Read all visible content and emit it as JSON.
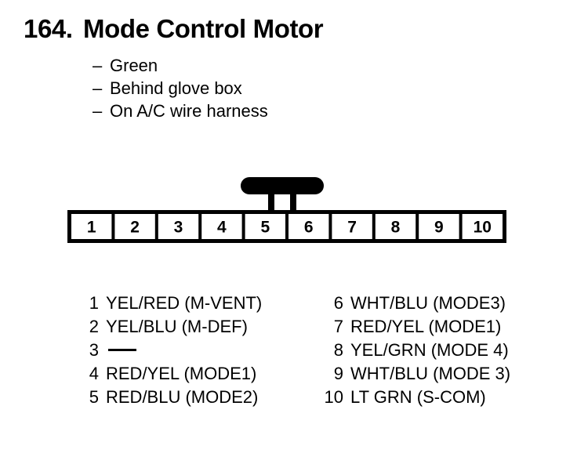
{
  "title": {
    "number": "164.",
    "name": "Mode Control Motor"
  },
  "attributes": [
    {
      "dash": "–",
      "text": "Green"
    },
    {
      "dash": "–",
      "text": "Behind glove box"
    },
    {
      "dash": "–",
      "text": "On A/C wire harness"
    }
  ],
  "connector": {
    "pin_count": 10,
    "pin_labels": [
      "1",
      "2",
      "3",
      "4",
      "5",
      "6",
      "7",
      "8",
      "9",
      "10"
    ],
    "latch_position": "top-center",
    "outline_color": "#000000",
    "fill_color": "#ffffff"
  },
  "pin_legend": {
    "left": [
      {
        "pin": "1",
        "desc": "YEL/RED (M-VENT)",
        "blank": false
      },
      {
        "pin": "2",
        "desc": "YEL/BLU (M-DEF)",
        "blank": false
      },
      {
        "pin": "3",
        "desc": "",
        "blank": true
      },
      {
        "pin": "4",
        "desc": "RED/YEL (MODE1)",
        "blank": false
      },
      {
        "pin": "5",
        "desc": "RED/BLU (MODE2)",
        "blank": false
      }
    ],
    "right": [
      {
        "pin": "6",
        "desc": "WHT/BLU (MODE3)",
        "blank": false
      },
      {
        "pin": "7",
        "desc": "RED/YEL (MODE1)",
        "blank": false
      },
      {
        "pin": "8",
        "desc": "YEL/GRN (MODE 4)",
        "blank": false
      },
      {
        "pin": "9",
        "desc": "WHT/BLU (MODE 3)",
        "blank": false
      },
      {
        "pin": "10",
        "desc": "LT GRN (S-COM)",
        "blank": false
      }
    ]
  }
}
